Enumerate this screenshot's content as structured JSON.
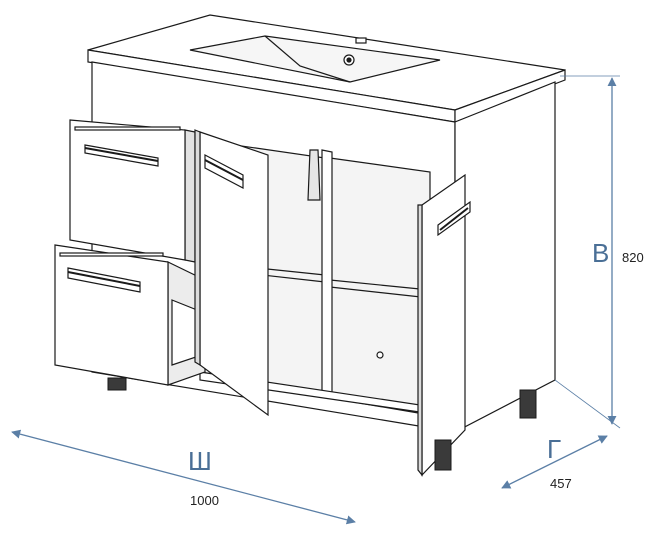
{
  "dimensions": {
    "height": {
      "letter": "В",
      "value": "820"
    },
    "width": {
      "letter": "Ш",
      "value": "1000"
    },
    "depth": {
      "letter": "Г",
      "value": "457"
    }
  },
  "colors": {
    "line": "#1a1a1a",
    "dimension_line": "#5b7fa6",
    "dimension_text": "#4a6f96",
    "shadow": "#d7d7d7"
  }
}
